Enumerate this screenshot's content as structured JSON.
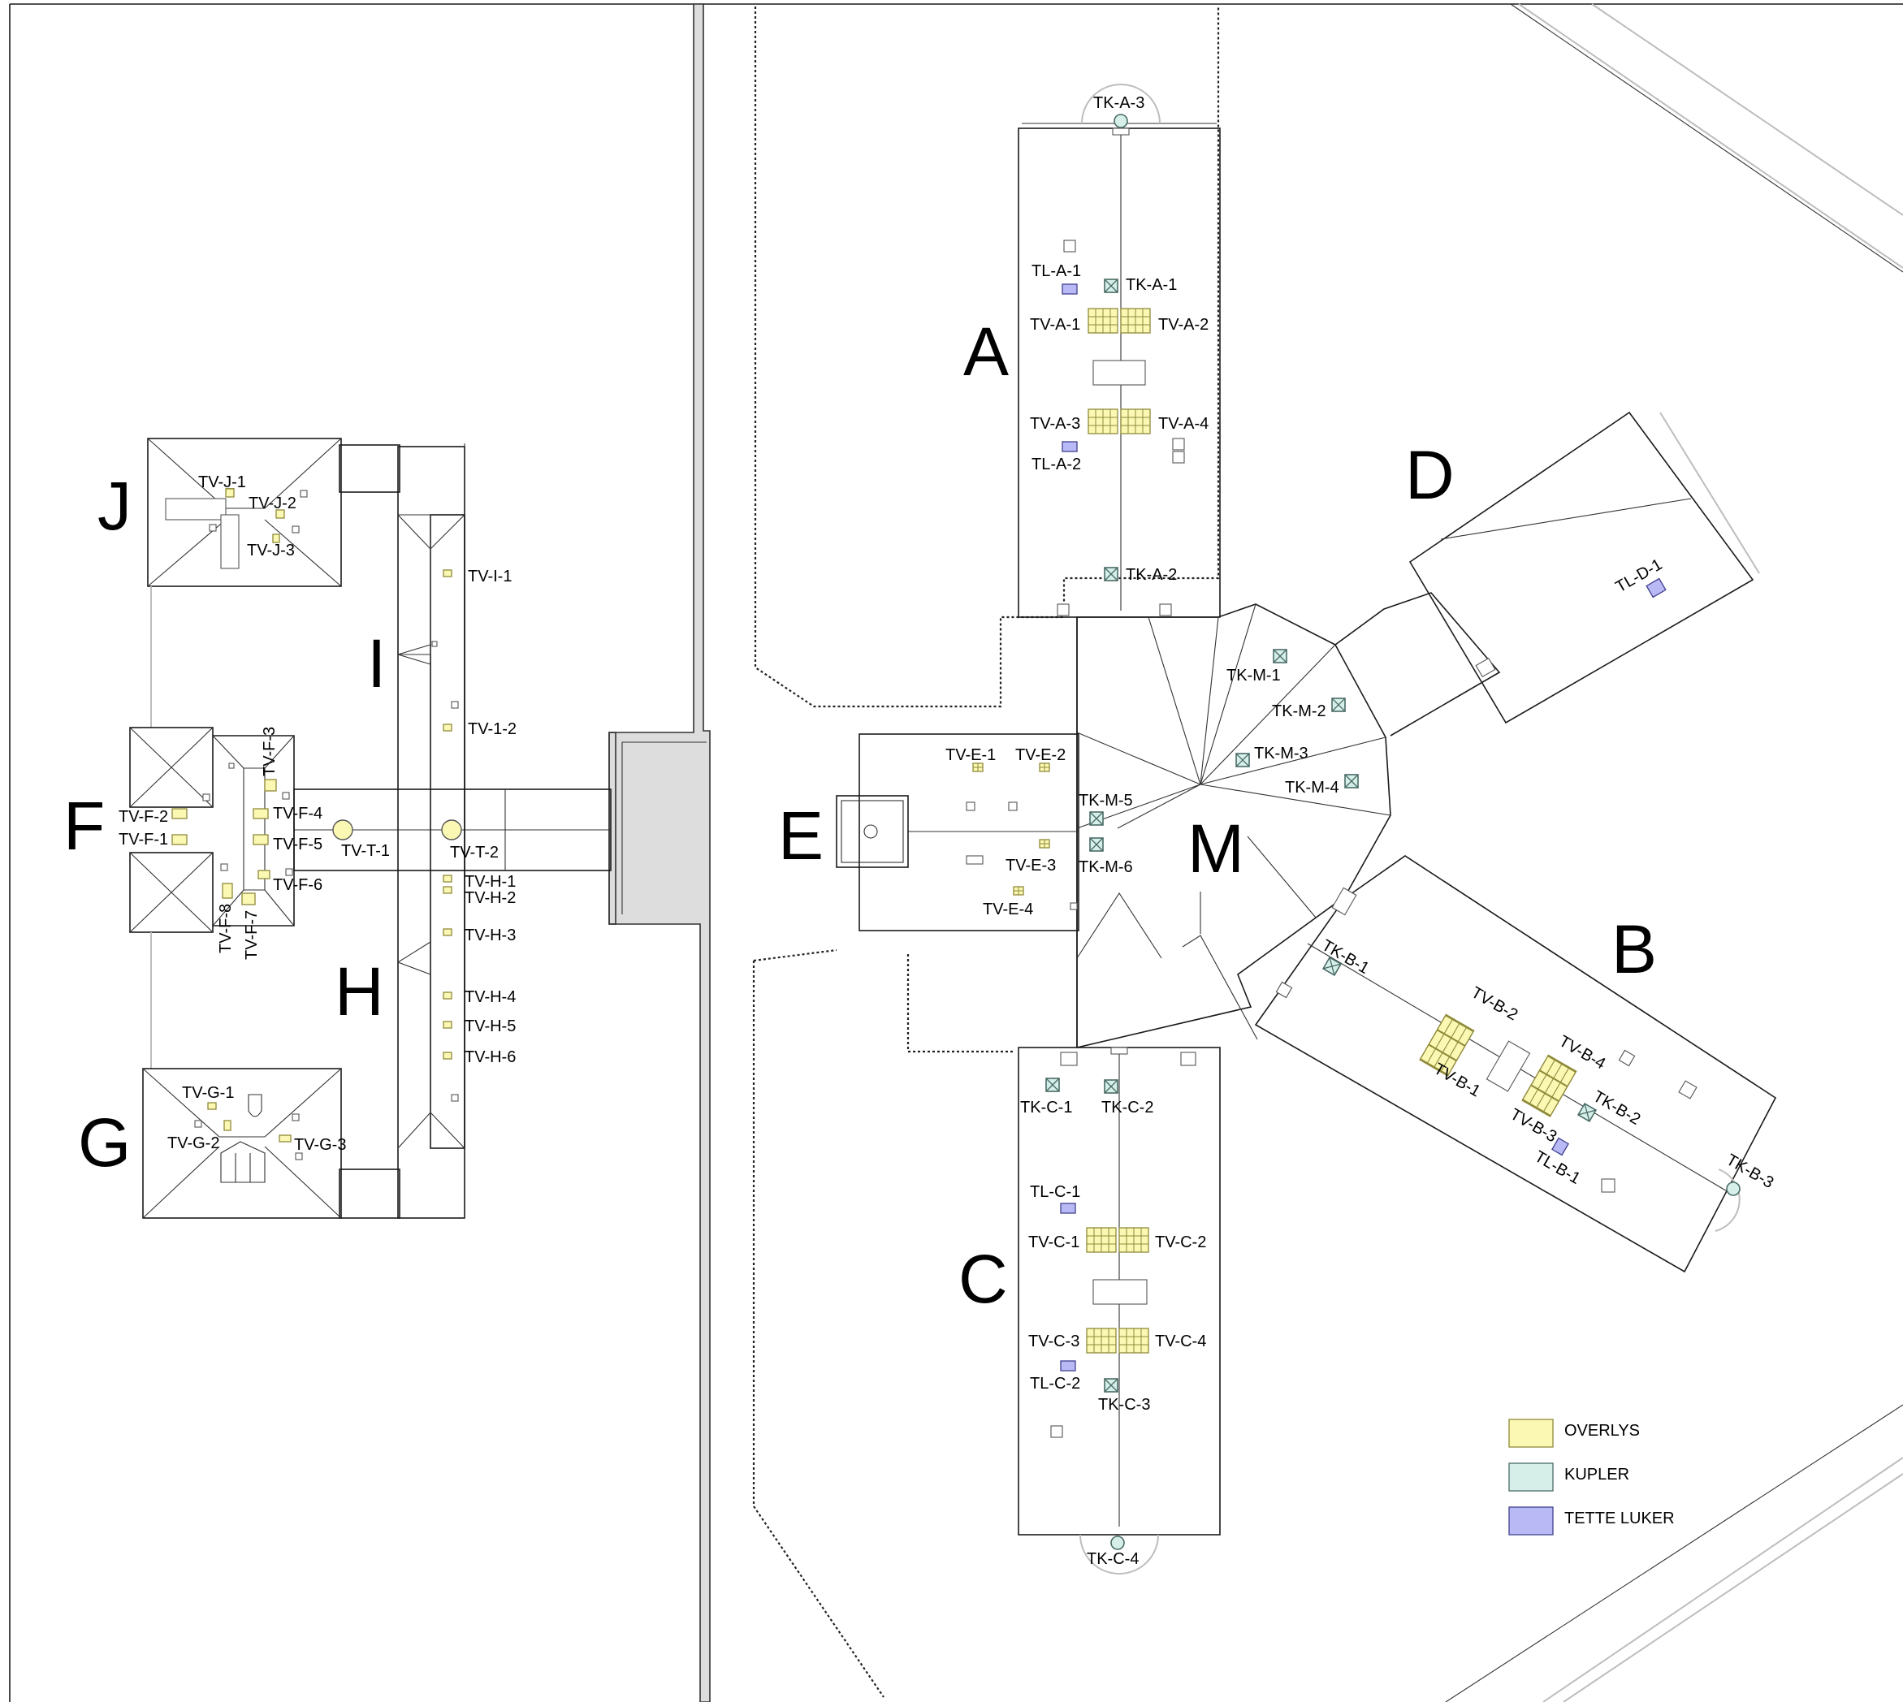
{
  "sections": [
    "A",
    "B",
    "C",
    "D",
    "E",
    "F",
    "G",
    "H",
    "I",
    "J",
    "M"
  ],
  "legend": [
    {
      "label": "OVERLYS",
      "color": "#fbf8b4"
    },
    {
      "label": "KUPLER",
      "color": "#d6efe9"
    },
    {
      "label": "TETTE LUKER",
      "color": "#b9b9f5"
    }
  ],
  "labels": {
    "a": [
      "TK-A-3",
      "TL-A-1",
      "TK-A-1",
      "TV-A-1",
      "TV-A-2",
      "TV-A-3",
      "TV-A-4",
      "TL-A-2",
      "TK-A-2"
    ],
    "b": [
      "TK-B-1",
      "TV-B-2",
      "TV-B-4",
      "TV-B-1",
      "TK-B-2",
      "TV-B-3",
      "TL-B-1",
      "TK-B-3"
    ],
    "c": [
      "TK-C-1",
      "TK-C-2",
      "TL-C-1",
      "TV-C-1",
      "TV-C-2",
      "TV-C-3",
      "TV-C-4",
      "TL-C-2",
      "TK-C-3",
      "TK-C-4"
    ],
    "d": [
      "TL-D-1"
    ],
    "e": [
      "TV-E-1",
      "TV-E-2",
      "TV-E-3",
      "TV-E-4"
    ],
    "m": [
      "TK-M-1",
      "TK-M-2",
      "TK-M-3",
      "TK-M-4",
      "TK-M-5",
      "TK-M-6"
    ],
    "j": [
      "TV-J-1",
      "TV-J-2",
      "TV-J-3"
    ],
    "f": [
      "TV-F-3",
      "TV-F-2",
      "TV-F-1",
      "TV-F-4",
      "TV-F-5",
      "TV-F-6",
      "TV-F-8",
      "TV-F-7"
    ],
    "g": [
      "TV-G-1",
      "TV-G-2",
      "TV-G-3"
    ],
    "i": [
      "TV-I-1",
      "TV-1-2"
    ],
    "t": [
      "TV-T-1",
      "TV-T-2"
    ],
    "h": [
      "TV-H-1",
      "TV-H-2",
      "TV-H-3",
      "TV-H-4",
      "TV-H-5",
      "TV-H-6"
    ]
  }
}
